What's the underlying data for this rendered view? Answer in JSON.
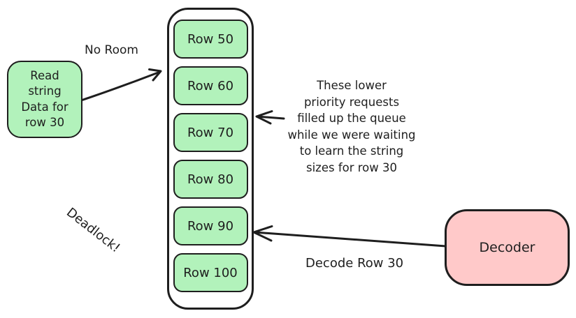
{
  "colors": {
    "bg": "#ffffff",
    "stroke": "#1e1e1e",
    "green": "#b2f2bb",
    "pink": "#ffc9c9"
  },
  "request_box": {
    "label": "Read\nstring\nData for\nrow 30"
  },
  "queue": {
    "items": [
      {
        "label": "Row 50"
      },
      {
        "label": "Row 60"
      },
      {
        "label": "Row 70"
      },
      {
        "label": "Row 80"
      },
      {
        "label": "Row 90"
      },
      {
        "label": "Row 100"
      }
    ]
  },
  "decoder_box": {
    "label": "Decoder"
  },
  "labels": {
    "no_room": "No Room",
    "decode": "Decode Row 30",
    "deadlock": "Deadlock!"
  },
  "annotation": {
    "text": "These lower\npriority requests\nfilled up the queue\nwhile we were waiting\nto learn the string\nsizes for row 30"
  }
}
